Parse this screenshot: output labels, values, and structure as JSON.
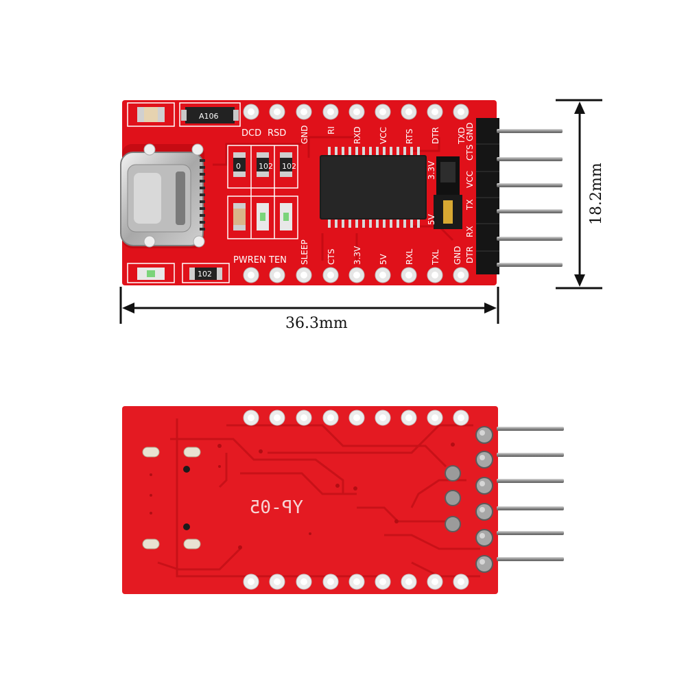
{
  "front": {
    "top_labels": [
      "DCD",
      "RSD",
      "GND",
      "RI",
      "RXD",
      "VCC",
      "RTS",
      "DTR",
      "TXD"
    ],
    "bottom_labels": [
      "PWREN",
      "TEN",
      "SLEEP",
      "CTS",
      "3.3V",
      "5V",
      "RXL",
      "TXL",
      "GND"
    ],
    "header_labels": [
      "GND",
      "CTS",
      "VCC",
      "TX",
      "RX",
      "DTR"
    ],
    "jumper_labels": [
      "3.3V",
      "5V"
    ],
    "ic_marking": "A106",
    "resistor_marks": [
      "0",
      "102",
      "102",
      "102"
    ]
  },
  "dimensions": {
    "length": "36.3mm",
    "width": "18.2mm"
  },
  "back": {
    "marking": "YP-05"
  },
  "colors": {
    "board": "#e0111a",
    "board_back": "#e41a22",
    "pad": "#e8e8e8",
    "pin": "#9a9a9a"
  }
}
